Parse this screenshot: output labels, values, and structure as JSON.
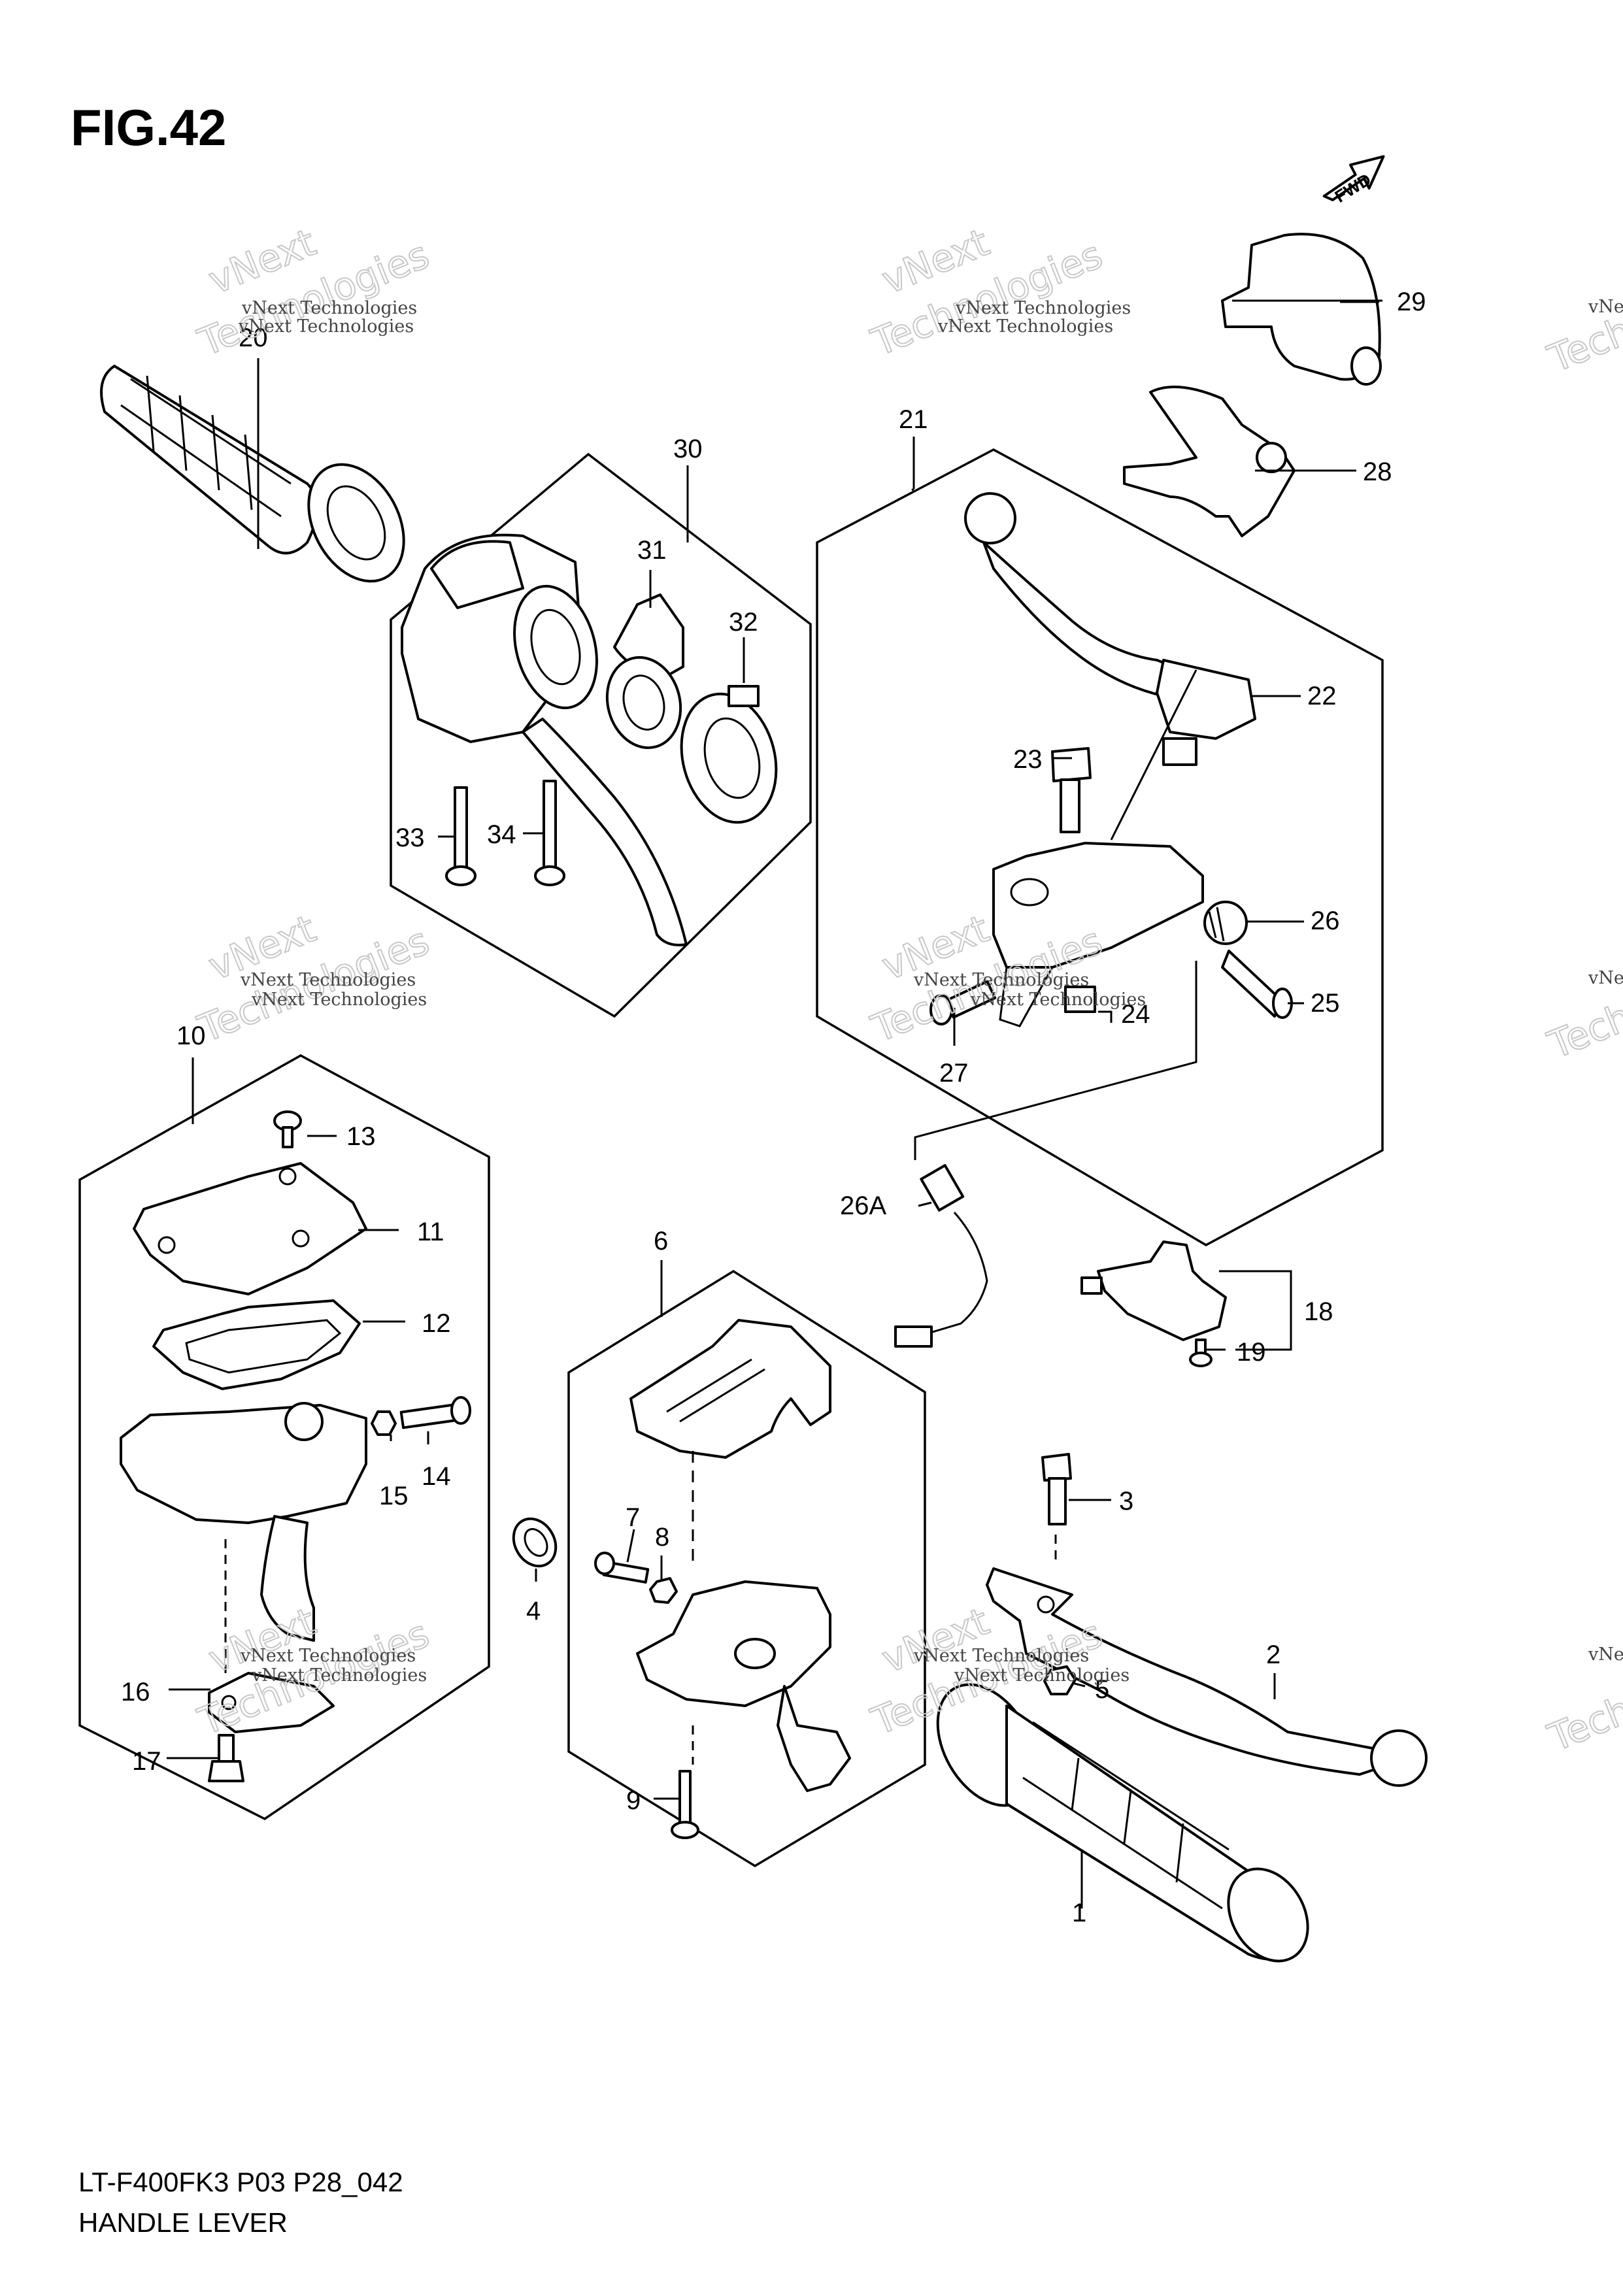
{
  "figure": {
    "title": "FIG.42",
    "fwd_label": "FWD"
  },
  "footer": {
    "model_code": "LT-F400FK3 P03 P28_042",
    "name": "HANDLE LEVER"
  },
  "watermark": {
    "company_line": "vNext Technologies",
    "big_line1": "vNext",
    "big_line2": "Technologies"
  },
  "callouts": {
    "p1": "1",
    "p2": "2",
    "p3": "3",
    "p4": "4",
    "p5": "5",
    "p6": "6",
    "p7": "7",
    "p8": "8",
    "p9": "9",
    "p10": "10",
    "p11": "11",
    "p12": "12",
    "p13": "13",
    "p14": "14",
    "p15": "15",
    "p16": "16",
    "p17": "17",
    "p18": "18",
    "p19": "19",
    "p20": "20",
    "p21": "21",
    "p22": "22",
    "p23": "23",
    "p24": "24",
    "p25": "25",
    "p26": "26",
    "p26a": "26A",
    "p27": "27",
    "p28": "28",
    "p29": "29",
    "p30": "30",
    "p31": "31",
    "p32": "32",
    "p33": "33",
    "p34": "34"
  }
}
